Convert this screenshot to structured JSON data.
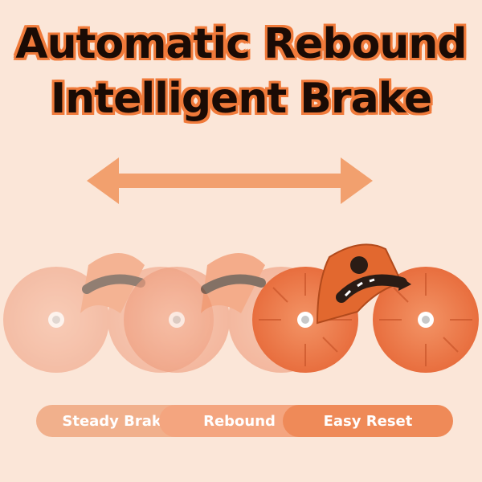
{
  "headline": {
    "line1": "Automatic Rebound",
    "line2": "Intelligent Brake"
  },
  "stages": [
    {
      "label": "Steady Brake"
    },
    {
      "label": "Rebound"
    },
    {
      "label": "Easy Reset"
    }
  ],
  "colors": {
    "background": "#fbe6d8",
    "accent": "#f07a3a",
    "wheel_faded": "#f2a486",
    "wheel_active": "#ee7a4a",
    "headline_text": "#1a0b05"
  },
  "icons": [
    "double-headed-arrow-icon",
    "ab-roller-wheel-icon",
    "curved-arrow-icon"
  ]
}
